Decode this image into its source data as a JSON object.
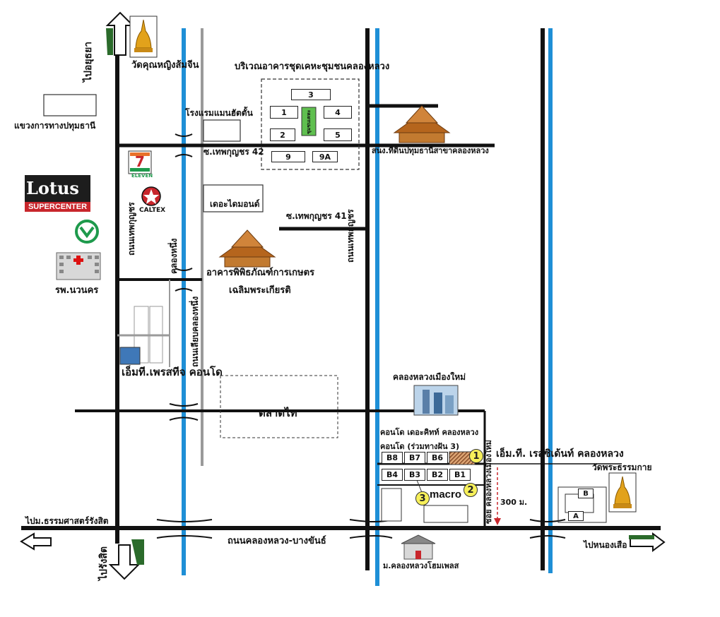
{
  "labels": {
    "to_ayutthaya": "ไปอยุธยา",
    "to_rangsit": "ไปรังสิต",
    "to_thammasat": "ไปม.ธรรมศาสตร์รังสิต",
    "to_nong_suea": "ไปหนองเสือ",
    "wat_khun_ying": "วัดคุณหญิงส้มจีน",
    "highway_office": "แขวงการทางปทุมธานี",
    "community_housing": "บริเวณอาคารชุดเคหะชุมชนคลองหลวง",
    "hotel": "โรงแรมแมนฮัตตั้น",
    "soi_42": "ซ.เทพกุญชร 42",
    "post_office": "สนง.ที่ดินปทุมธานีสาขาคลองหลวง",
    "the_diamond": "เดอะไดมอนด์",
    "soi_41": "ซ.เทพกุญชร 41",
    "thep_kunchorn_left": "ถนนเทพกุญชร",
    "thep_kunchorn_mid": "ถนนเทพกุญชร",
    "klong_nueng": "คลองหนึ่ง",
    "museum_line1": "อาคารพิพิธภัณฑ์การเกษตร",
    "museum_line2": "เฉลิมพระเกียรติ",
    "hospital": "รพ.นวนคร",
    "side_road_klong_nueng": "ถนนเลียบคลองหนึ่ง",
    "mt_prestige": "เอ็มที.เพรสทีจ คอนโด",
    "talad_thai": "ตลาดไท",
    "klong_luang_new_city": "คลองหลวงเมืองใหม่",
    "condo_the_kit": "คอนโด เดอะคิทท์ คลองหลวง",
    "condo_dream": "คอนโด (ร่วมทางฝัน 3)",
    "mt_residence": "เอ็ม.ที. เรสซิเด้นท์ คลองหลวง",
    "wat_phra_dhammakaya": "วัดพระธรรมกาย",
    "soi_klong_luang_new_city": "ซอย คลองหลวงเมืองใหม่",
    "distance": "300 ม.",
    "main_road": "ถนนคลองหลวง-บางขันธ์",
    "klong_luang_school": "ม.คลองหลวงโฮมเพลส",
    "macro": "macro",
    "lotus_name": "Lotus",
    "lotus_sub": "SUPERCENTER",
    "caltex": "CALTEX",
    "seven_eleven": "ELEVEN"
  },
  "housing_blocks": [
    "1",
    "2",
    "3",
    "4",
    "5",
    "9",
    "9A",
    "ชุมชนเคหะ"
  ],
  "condo_blocks": [
    "B8",
    "B7",
    "B6",
    "B4",
    "B3",
    "B2",
    "B1"
  ],
  "dhammakaya_blocks": [
    "B",
    "A"
  ],
  "markers": [
    "1",
    "2",
    "3"
  ],
  "colors": {
    "road": "#111111",
    "canal": "#1e8fd6",
    "grey_road": "#9a9a9a",
    "marker": "#f7f05a",
    "temple_roof": "#b5651d"
  }
}
